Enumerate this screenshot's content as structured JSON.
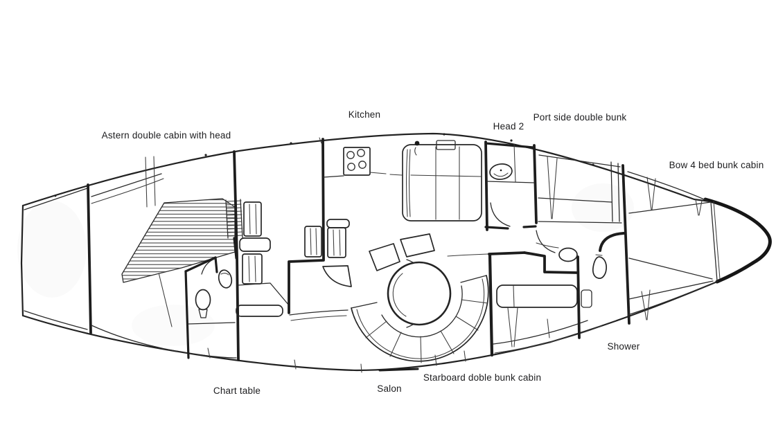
{
  "page": {
    "background": "#ffffff",
    "ink_color": "#262626",
    "label_color": "#1c1c1e"
  },
  "diagram": {
    "type": "boat-interior-floorplan",
    "subject": "Hand-drawn sailboat interior layout plan, bow to the right",
    "labels": {
      "kitchen": "Kitchen",
      "astern_cabin": "Astern double cabin  with head",
      "head2": "Head 2",
      "port_bunk": "Port side double  bunk",
      "bow_cabin": "Bow  4 bed bunk cabin",
      "chart_table": "Chart table",
      "salon": "Salon",
      "starboard_cabin": "Starboard doble bunk cabin",
      "shower": "Shower"
    },
    "fixtures": [
      "stove-4-burner",
      "companionway-steps",
      "double-berth-hatched",
      "toilet",
      "wash-basin",
      "round-dining-table",
      "curved-settee-bench",
      "stools",
      "chart-table",
      "louvered-lockers",
      "bunk-berths",
      "shower-toilet"
    ]
  }
}
